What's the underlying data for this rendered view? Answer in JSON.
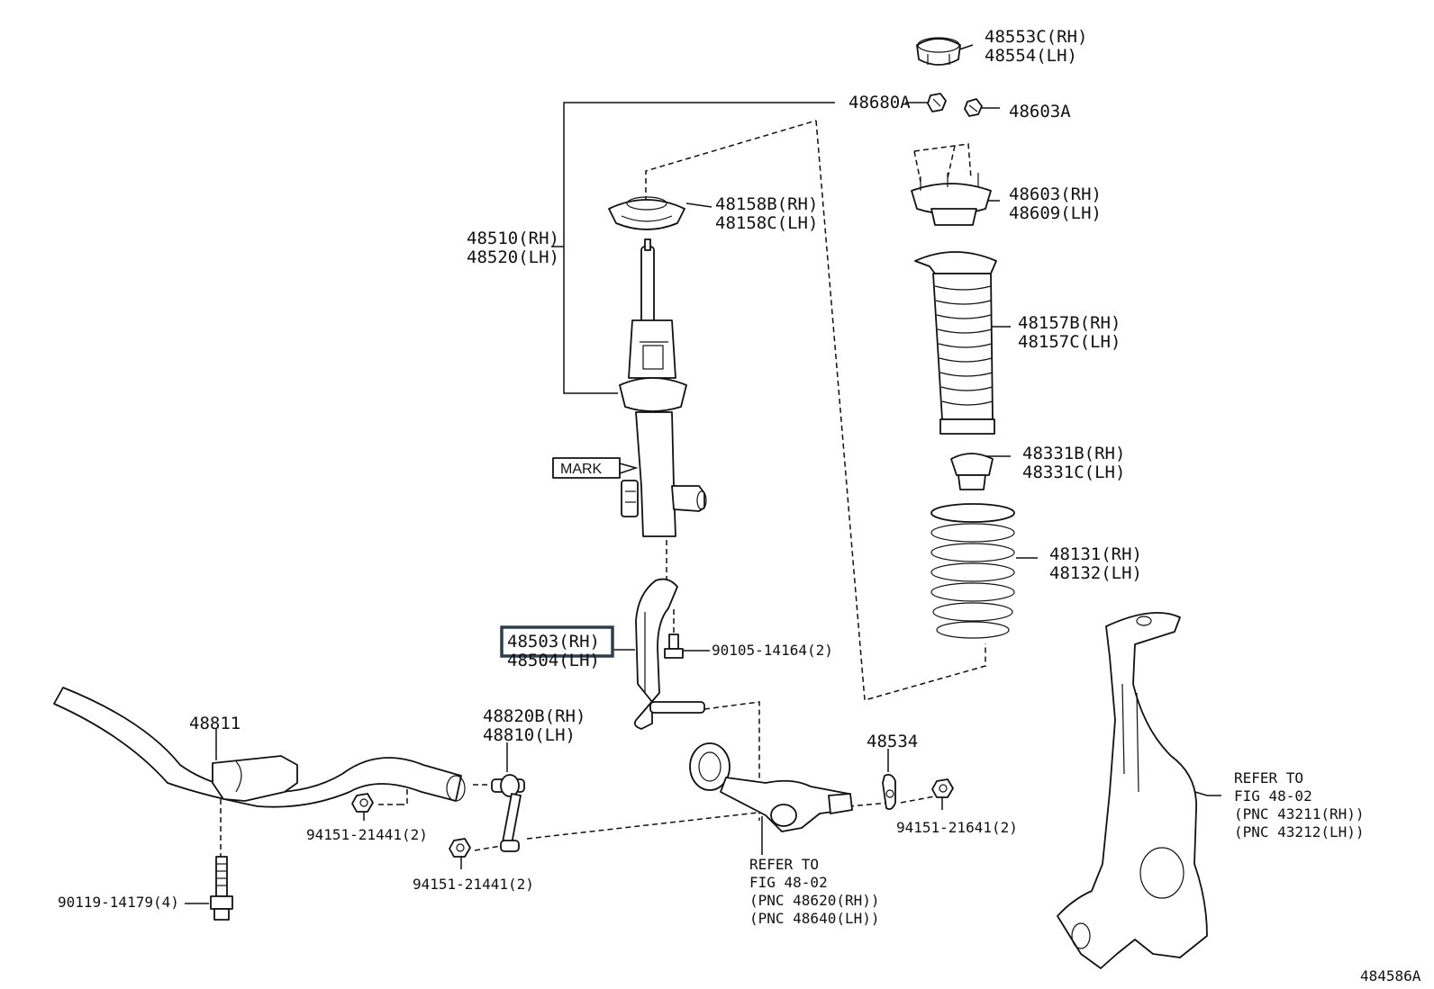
{
  "parts": {
    "upper_cap": [
      "48553C(RH)",
      "48554(LH)"
    ],
    "nut_left": "48680A",
    "nut_right": "48603A",
    "seat_upper": [
      "48158B(RH)",
      "48158C(LH)"
    ],
    "absorber": [
      "48510(RH)",
      "48520(LH)"
    ],
    "mount": [
      "48603(RH)",
      "48609(LH)"
    ],
    "boot": [
      "48157B(RH)",
      "48157C(LH)"
    ],
    "bumper": [
      "48331B(RH)",
      "48331C(LH)"
    ],
    "spring": [
      "48131(RH)",
      "48132(LH)"
    ],
    "mark": "MARK",
    "fork": [
      "48503(RH)",
      "48504(LH)"
    ],
    "fork_bolt": "90105-14164(2)",
    "stabilizer_bar": "48811",
    "link": [
      "48820B(RH)",
      "48810(LH)"
    ],
    "link_nut_upper": "94151-21441(2)",
    "link_nut_lower": "94151-21441(2)",
    "bracket_bolt": "90119-14179(4)",
    "bracket_plate": "48534",
    "plate_nut": "94151-21641(2)",
    "arm_ref": [
      "REFER TO",
      "FIG 48-02",
      "(PNC 48620(RH))",
      "(PNC 48640(LH))"
    ],
    "knuckle_ref": [
      "REFER TO",
      "FIG 48-02",
      "(PNC 43211(RH))",
      "(PNC 43212(LH))"
    ]
  },
  "figure_id": "484586A",
  "highlighted_part": "48503(RH)"
}
